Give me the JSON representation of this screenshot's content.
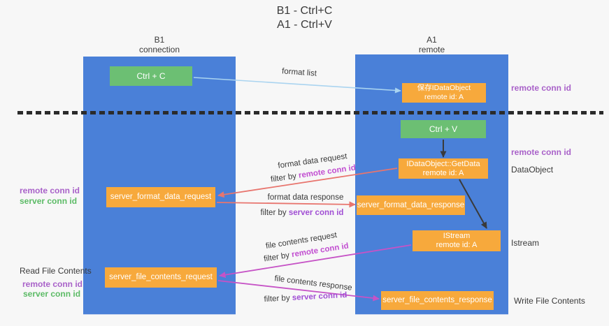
{
  "title": {
    "line1": "B1 - Ctrl+C",
    "line2": "A1 - Ctrl+V"
  },
  "columns": {
    "left": {
      "name": "B1",
      "role": "connection"
    },
    "right": {
      "name": "A1",
      "role": "remote"
    }
  },
  "boxes": {
    "ctrl_c": "Ctrl + C",
    "ctrl_v": "Ctrl + V",
    "save_dataobject_line1": "保存IDataObject",
    "save_dataobject_line2": "remote id: A",
    "getdata_line1": "IDataObject::GetData",
    "getdata_line2": "remote id: A",
    "istream_line1": "IStream",
    "istream_line2": "remote id: A",
    "server_format_data_request": "server_format_data_request",
    "server_format_data_response": "server_format_data_response",
    "server_file_contents_request": "server_file_contents_request",
    "server_file_contents_response": "server_file_contents_response"
  },
  "labels": {
    "format_list": "format list",
    "format_data_request": "format data request",
    "format_data_response": "format data response",
    "file_contents_request": "file contents request",
    "file_contents_response": "file contents response",
    "filter_by": "filter by ",
    "remote_conn_id": "remote conn id",
    "server_conn_id": "server conn id",
    "dataobject": "DataObject",
    "istream": "Istream",
    "read_file_contents": "Read File Contents",
    "write_file_contents": "Write File Contents"
  },
  "colors": {
    "column_blue": "#4a80d8",
    "box_green": "#6cbf73",
    "box_orange": "#f7a93c",
    "arrow_lightblue": "#aad4f0",
    "arrow_salmon": "#e8756e",
    "arrow_magenta": "#c653c6",
    "label_purple": "#a962c9",
    "label_green": "#5cbb66",
    "label_magenta": "#c24fd1",
    "label_violet": "#a14fd4"
  }
}
